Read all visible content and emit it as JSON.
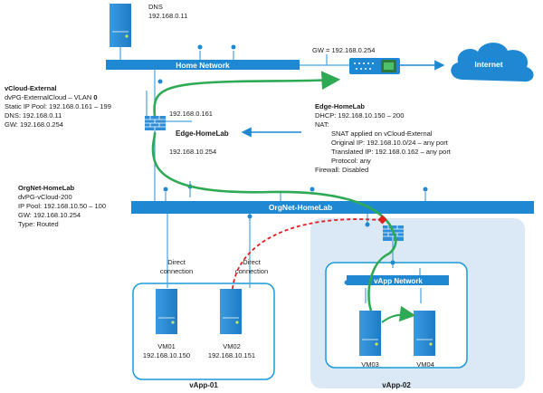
{
  "dns": {
    "name": "DNS",
    "ip": "192.168.0.11"
  },
  "home_network": {
    "label": "Home Network"
  },
  "gateway": {
    "label": "GW = 192.168.0.254"
  },
  "internet": {
    "label": "Internet"
  },
  "vcloud_external": {
    "title": "vCloud-External",
    "lines": [
      "dvPG-ExternalCloud – VLAN ",
      "Static IP Pool: 192.168.0.161 – 199",
      "DNS: 192.168.0.11",
      "GW: 192.168.0.254"
    ],
    "vlan": "0"
  },
  "edge": {
    "label": "Edge-HomeLab",
    "ip_external": "192.168.0.161",
    "ip_internal": "192.168.10.254"
  },
  "edge_info": {
    "title": "Edge-HomeLab",
    "lines": [
      "DHCP: 192.168.10.150 – 200",
      "NAT:",
      "SNAT applied on vCloud-External",
      "Original IP: 192.168.10.0/24 – any port",
      "Translated IP: 192.168.0.162 – any port",
      "Protocol: any",
      "Firewall: Disabled"
    ]
  },
  "orgnet": {
    "title": "OrgNet-HomeLab",
    "bar_label": "OrgNet-HomeLab",
    "lines": [
      "dvPG-vCloud-200",
      "IP Pool: 192.168.10.50 – 100",
      "GW: 192.168.10.254",
      "Type: Routed"
    ]
  },
  "direct_connection": {
    "left": [
      "Direct",
      "connection"
    ],
    "right": [
      "Direct",
      "connection"
    ]
  },
  "vapp01": {
    "label": "vApp-01",
    "vms": [
      {
        "name": "VM01",
        "ip": "192.168.10.150"
      },
      {
        "name": "VM02",
        "ip": "192.168.10.151"
      }
    ]
  },
  "vapp02": {
    "label": "vApp-02",
    "network_label": "vApp Network",
    "vms": [
      {
        "name": "VM03"
      },
      {
        "name": "VM04"
      }
    ]
  },
  "colors": {
    "bar": "#1e88d2",
    "server": "#2f8fd6",
    "accent_green": "#2eaa55",
    "dashed_red": "#e02020",
    "vapp02_bg": "#dbe8f5",
    "box_border": "#1b9ad6",
    "cloud": "#1e88d2",
    "firewall": "#2f8fd6"
  }
}
